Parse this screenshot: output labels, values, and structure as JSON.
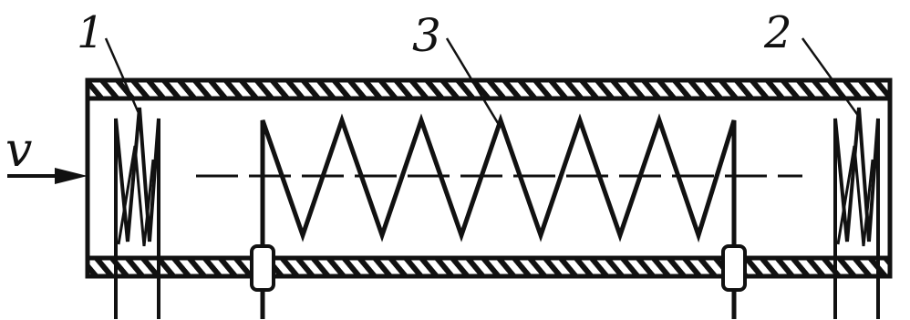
{
  "labels": {
    "coil_1": "1",
    "coil_2": "2",
    "coil_3": "3",
    "velocity": "v"
  },
  "colors": {
    "ink": "#111111",
    "background": "#ffffff"
  }
}
